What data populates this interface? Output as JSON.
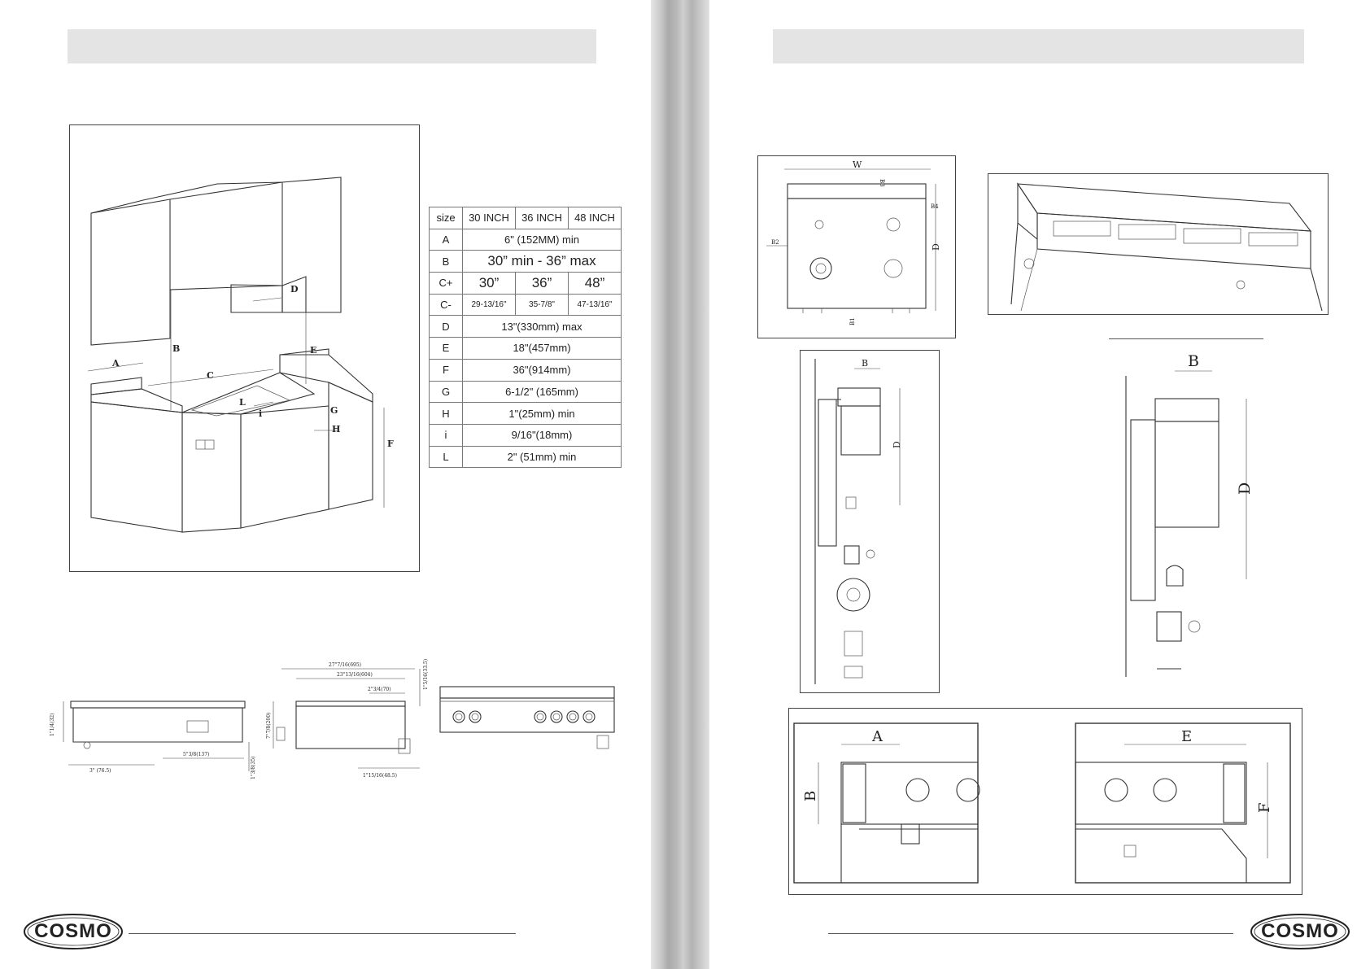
{
  "table": {
    "header": [
      "size",
      "30 INCH",
      "36 INCH",
      "48 INCH"
    ],
    "rows": [
      {
        "key": "A",
        "value": "6\" (152MM) min"
      },
      {
        "key": "B",
        "value": "30” min - 36” max"
      },
      {
        "key": "C+",
        "values": [
          "30”",
          "36”",
          "48”"
        ]
      },
      {
        "key": "C-",
        "values": [
          "29-13/16\"",
          "35-7/8\"",
          "47-13/16\""
        ]
      },
      {
        "key": "D",
        "value": "13\"(330mm) max"
      },
      {
        "key": "E",
        "value": "18\"(457mm)"
      },
      {
        "key": "F",
        "value": "36\"(914mm)"
      },
      {
        "key": "G",
        "value": "6-1/2\"  (165mm)"
      },
      {
        "key": "H",
        "value": "1\"(25mm) min"
      },
      {
        "key": "i",
        "value": "9/16\"(18mm)"
      },
      {
        "key": "L",
        "value": "2\"  (51mm) min"
      }
    ]
  },
  "kitchen_labels": {
    "A": "A",
    "B": "B",
    "C": "C",
    "D": "D",
    "E": "E",
    "F": "F",
    "G": "G",
    "H": "H",
    "L": "L",
    "i": "i"
  },
  "side_dims": {
    "d1": "1\"1/4(32)",
    "d2": "3\" (76.5)",
    "d3": "5\"3/8(137)",
    "d4": "1\"3/8(35)",
    "d5": "27\"7/16(695)",
    "d6": "23\"13/16(604)",
    "d7": "2\"3/4(70)",
    "d8": "7\"7/8(200)",
    "d9": "1\"15/16(48.5)",
    "d10": "1\"5/16(33.5)"
  },
  "right_labels": {
    "W": "W",
    "B1": "B1",
    "B2": "B2",
    "B3": "B3",
    "B4": "B4",
    "D": "D",
    "B": "B",
    "A": "A",
    "E": "E",
    "F": "F"
  },
  "logo": {
    "text": "COSMO"
  }
}
